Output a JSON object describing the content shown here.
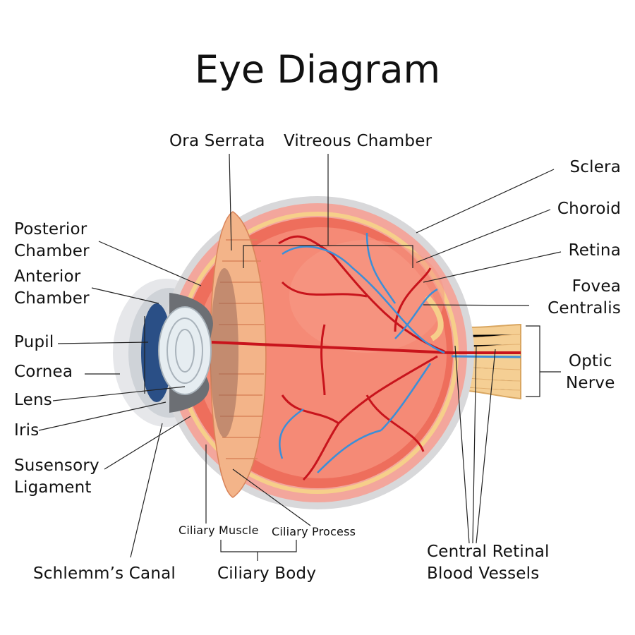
{
  "title": "Eye Diagram",
  "labels": {
    "ora_serrata": "Ora Serrata",
    "vitreous_chamber": "Vitreous Chamber",
    "sclera": "Sclera",
    "choroid": "Choroid",
    "retina": "Retina",
    "fovea_centralis": [
      "Fovea",
      "Centralis"
    ],
    "optic_nerve": [
      "Optic",
      "Nerve"
    ],
    "posterior_chamber": [
      "Posterior",
      "Chamber"
    ],
    "anterior_chamber": [
      "Anterior",
      "Chamber"
    ],
    "pupil": "Pupil",
    "cornea": "Cornea",
    "lens": "Lens",
    "iris": "Iris",
    "suspensory_ligament": [
      "Susensory",
      "Ligament"
    ],
    "schlemms_canal": "Schlemm’s Canal",
    "ciliary_muscle": "Ciliary Muscle",
    "ciliary_process": "Ciliary Process",
    "ciliary_body": "Ciliary Body",
    "central_retinal_blood_vessels": [
      "Central Retinal",
      "Blood Vessels"
    ]
  },
  "colors": {
    "sclera_outer": "#d8d8da",
    "sclera": "#f3a69c",
    "choroid": "#f6cf8a",
    "retina": "#ee6e5c",
    "vitreous": "#f58a76",
    "artery": "#c8141c",
    "vein": "#3b8fd8",
    "ciliary": "#f3b489",
    "iris": "#2a4f86",
    "lens": "#e6edf1",
    "optic_nerve": "#f5cf94"
  }
}
